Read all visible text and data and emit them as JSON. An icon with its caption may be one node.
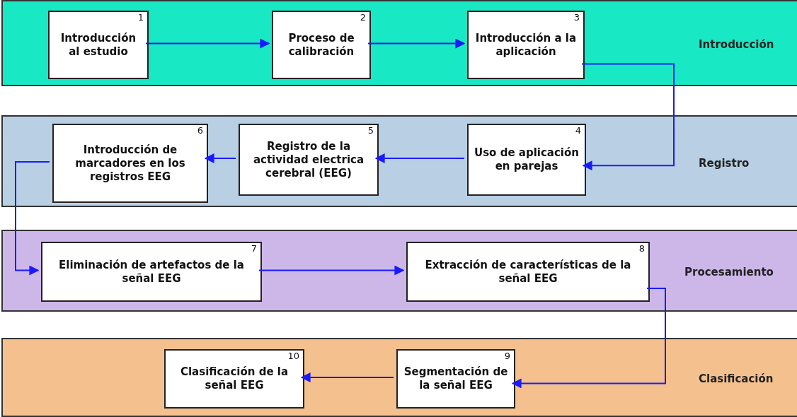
{
  "diagram": {
    "nodes": [
      {
        "text": [
          "Introducción"
        ]
      },
      {
        "text": [
          "1",
          "Introducción al estudio"
        ],
        "in": 0
      },
      {
        "text": [
          "2",
          "Proceso de calibración"
        ],
        "in": 0
      },
      {
        "text": [
          "3",
          "Introducción a la aplicación"
        ],
        "in": 0
      },
      {
        "text": [
          "Registro"
        ]
      },
      {
        "text": [
          "4",
          "Uso de aplicación en parejas"
        ],
        "in": 4
      },
      {
        "text": [
          "5",
          "Registro de la actividad electrica cerebral (EEG)"
        ],
        "in": 4
      },
      {
        "text": [
          "6",
          "Introducción de marcadores en los registros EEG"
        ],
        "in": 4
      },
      {
        "text": [
          "Procesamiento"
        ]
      },
      {
        "text": [
          "7",
          "Eliminación de artefactos de la señal EEG"
        ],
        "in": 8
      },
      {
        "text": [
          "8",
          "Extracción de características de la señal EEG"
        ],
        "in": 8
      },
      {
        "text": [
          "Clasificación"
        ]
      },
      {
        "text": [
          "9",
          "Segmentación de la señal EEG"
        ],
        "in": 11
      },
      {
        "text": [
          "10",
          "Clasificación de la señal EEG"
        ],
        "in": 11
      }
    ],
    "edges": [
      {
        "from": 1,
        "to": 2,
        "arrow": "to"
      },
      {
        "from": 2,
        "to": 3,
        "arrow": "to"
      },
      {
        "from": 3,
        "to": 5,
        "arrow": "to"
      },
      {
        "from": 5,
        "to": 6,
        "arrow": "to"
      },
      {
        "from": 6,
        "to": 7,
        "arrow": "to"
      },
      {
        "from": 7,
        "to": 9,
        "arrow": "to"
      },
      {
        "from": 9,
        "to": 10,
        "arrow": "to"
      },
      {
        "from": 10,
        "to": 12,
        "arrow": "to"
      },
      {
        "from": 12,
        "to": 13,
        "arrow": "to"
      }
    ]
  }
}
